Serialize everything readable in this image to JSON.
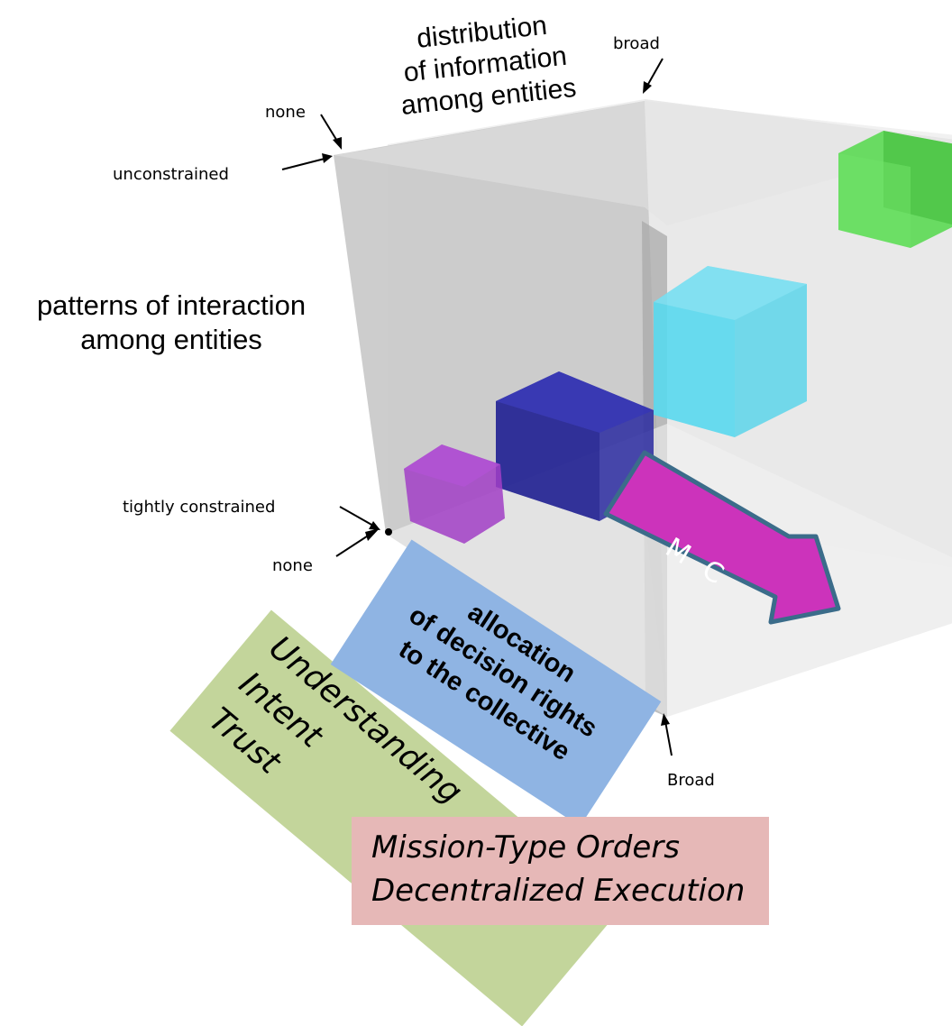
{
  "axes": {
    "information": {
      "title": [
        "distribution",
        "of information",
        "among entities"
      ],
      "low": "none",
      "high": "broad"
    },
    "interaction": {
      "title": [
        "patterns of interaction",
        "among entities"
      ],
      "low": "tightly constrained",
      "high": "unconstrained"
    },
    "decision_rights": {
      "title": [
        "allocation",
        "of decision rights",
        "to the collective"
      ],
      "low": "none",
      "high": "Broad"
    }
  },
  "arrow_label": "M C",
  "green_panel": [
    "Understanding",
    "Intent",
    "Trust"
  ],
  "pink_panel": [
    "Mission-Type Orders",
    "Decentralized Execution"
  ],
  "colors": {
    "magenta_cube": "#a13ec6",
    "blue_cube": "#2a2aa0",
    "cyan_cube": "#4fd3ea",
    "green_cube": "#52d84a",
    "mc_arrow": "#cc33bb",
    "decision_panel": "#8fb4e3",
    "green_panel": "#c3d59b",
    "pink_panel": "#e6b8b7"
  }
}
